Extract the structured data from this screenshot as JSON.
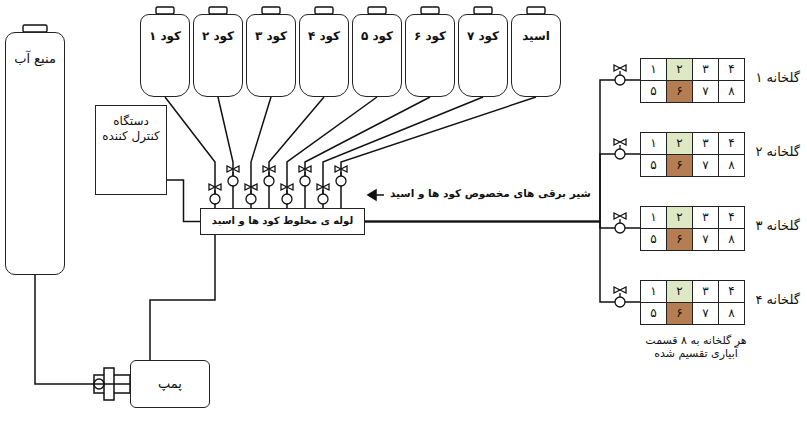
{
  "diagram": {
    "nodes": [
      {
        "text": [
          "منبع آب"
        ]
      },
      {
        "text": [
          "دستگاه کنترل کننده"
        ]
      },
      {
        "text": [
          "کود ۱"
        ]
      },
      {
        "text": [
          "کود ۲"
        ]
      },
      {
        "text": [
          "کود ۳"
        ]
      },
      {
        "text": [
          "کود ۴"
        ]
      },
      {
        "text": [
          "کود ۵"
        ]
      },
      {
        "text": [
          "کود ۶"
        ]
      },
      {
        "text": [
          "کود ۷"
        ]
      },
      {
        "text": [
          "اسید"
        ]
      },
      {
        "text": [
          "لوله ی مخلوط کود ها و اسید"
        ]
      },
      {
        "text": [
          "پمپ"
        ]
      },
      {
        "text": [
          "گلخانه ۱"
        ]
      },
      {
        "text": [
          "۱"
        ],
        "in": 12
      },
      {
        "text": [
          "۲"
        ],
        "in": 12
      },
      {
        "text": [
          "۳"
        ],
        "in": 12
      },
      {
        "text": [
          "۴"
        ],
        "in": 12
      },
      {
        "text": [
          "۵"
        ],
        "in": 12
      },
      {
        "text": [
          "۶"
        ],
        "in": 12
      },
      {
        "text": [
          "۷"
        ],
        "in": 12
      },
      {
        "text": [
          "۸"
        ],
        "in": 12
      },
      {
        "text": [
          "گلخانه ۲"
        ]
      },
      {
        "text": [
          "۱"
        ],
        "in": 21
      },
      {
        "text": [
          "۲"
        ],
        "in": 21
      },
      {
        "text": [
          "۳"
        ],
        "in": 21
      },
      {
        "text": [
          "۴"
        ],
        "in": 21
      },
      {
        "text": [
          "۵"
        ],
        "in": 21
      },
      {
        "text": [
          "۶"
        ],
        "in": 21
      },
      {
        "text": [
          "۷"
        ],
        "in": 21
      },
      {
        "text": [
          "۸"
        ],
        "in": 21
      },
      {
        "text": [
          "گلخانه ۳"
        ]
      },
      {
        "text": [
          "۱"
        ],
        "in": 30
      },
      {
        "text": [
          "۲"
        ],
        "in": 30
      },
      {
        "text": [
          "۳"
        ],
        "in": 30
      },
      {
        "text": [
          "۴"
        ],
        "in": 30
      },
      {
        "text": [
          "۵"
        ],
        "in": 30
      },
      {
        "text": [
          "۶"
        ],
        "in": 30
      },
      {
        "text": [
          "۷"
        ],
        "in": 30
      },
      {
        "text": [
          "۸"
        ],
        "in": 30
      },
      {
        "text": [
          "گلخانه ۴"
        ]
      },
      {
        "text": [
          "۱"
        ],
        "in": 39
      },
      {
        "text": [
          "۲"
        ],
        "in": 39
      },
      {
        "text": [
          "۳"
        ],
        "in": 39
      },
      {
        "text": [
          "۴"
        ],
        "in": 39
      },
      {
        "text": [
          "۵"
        ],
        "in": 39
      },
      {
        "text": [
          "۶"
        ],
        "in": 39
      },
      {
        "text": [
          "۷"
        ],
        "in": 39
      },
      {
        "text": [
          "۸"
        ],
        "in": 39
      }
    ],
    "edges": [
      {
        "from": 0,
        "to": 11,
        "arrow": "none"
      },
      {
        "from": 11,
        "to": 10,
        "arrow": "none"
      },
      {
        "from": 1,
        "to": 10,
        "arrow": "none"
      },
      {
        "from": 2,
        "to": 10,
        "arrow": "none"
      },
      {
        "from": 3,
        "to": 10,
        "arrow": "none"
      },
      {
        "from": 4,
        "to": 10,
        "arrow": "none"
      },
      {
        "from": 5,
        "to": 10,
        "arrow": "none"
      },
      {
        "from": 6,
        "to": 10,
        "arrow": "none"
      },
      {
        "from": 7,
        "to": 10,
        "arrow": "none"
      },
      {
        "from": 8,
        "to": 10,
        "arrow": "none"
      },
      {
        "from": 9,
        "to": 10,
        "arrow": "none"
      },
      {
        "from": 10,
        "to": 12,
        "arrow": "none"
      },
      {
        "from": 10,
        "to": 21,
        "arrow": "none"
      },
      {
        "from": 10,
        "to": 30,
        "arrow": "none"
      },
      {
        "from": 10,
        "to": 39,
        "arrow": "none"
      }
    ],
    "labels": [
      "شیر برقی های مخصوص کود ها و اسید",
      "هر گلخانه به ۸ قسمت آبیاری تقسیم شده"
    ]
  }
}
